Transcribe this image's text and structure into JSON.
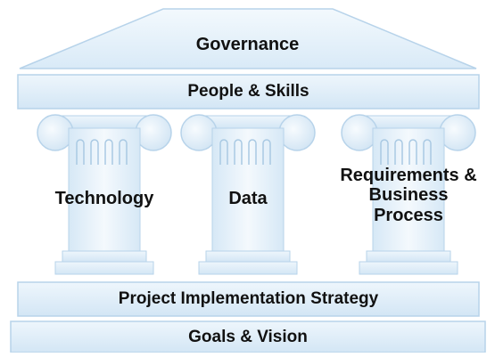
{
  "roof": {
    "label": "Governance"
  },
  "beam": {
    "label": "People & Skills"
  },
  "pillars": [
    {
      "label": "Technology"
    },
    {
      "label": "Data"
    },
    {
      "label_lines": [
        "Requirements &",
        "Business",
        "Process"
      ]
    }
  ],
  "foundation_upper": {
    "label": "Project Implementation Strategy"
  },
  "foundation_lower": {
    "label": "Goals & Vision"
  },
  "colors": {
    "fill_light": "#eef6fc",
    "fill_mid": "#d5e8f6",
    "outline": "#b7d3ea",
    "text": "#111111"
  }
}
